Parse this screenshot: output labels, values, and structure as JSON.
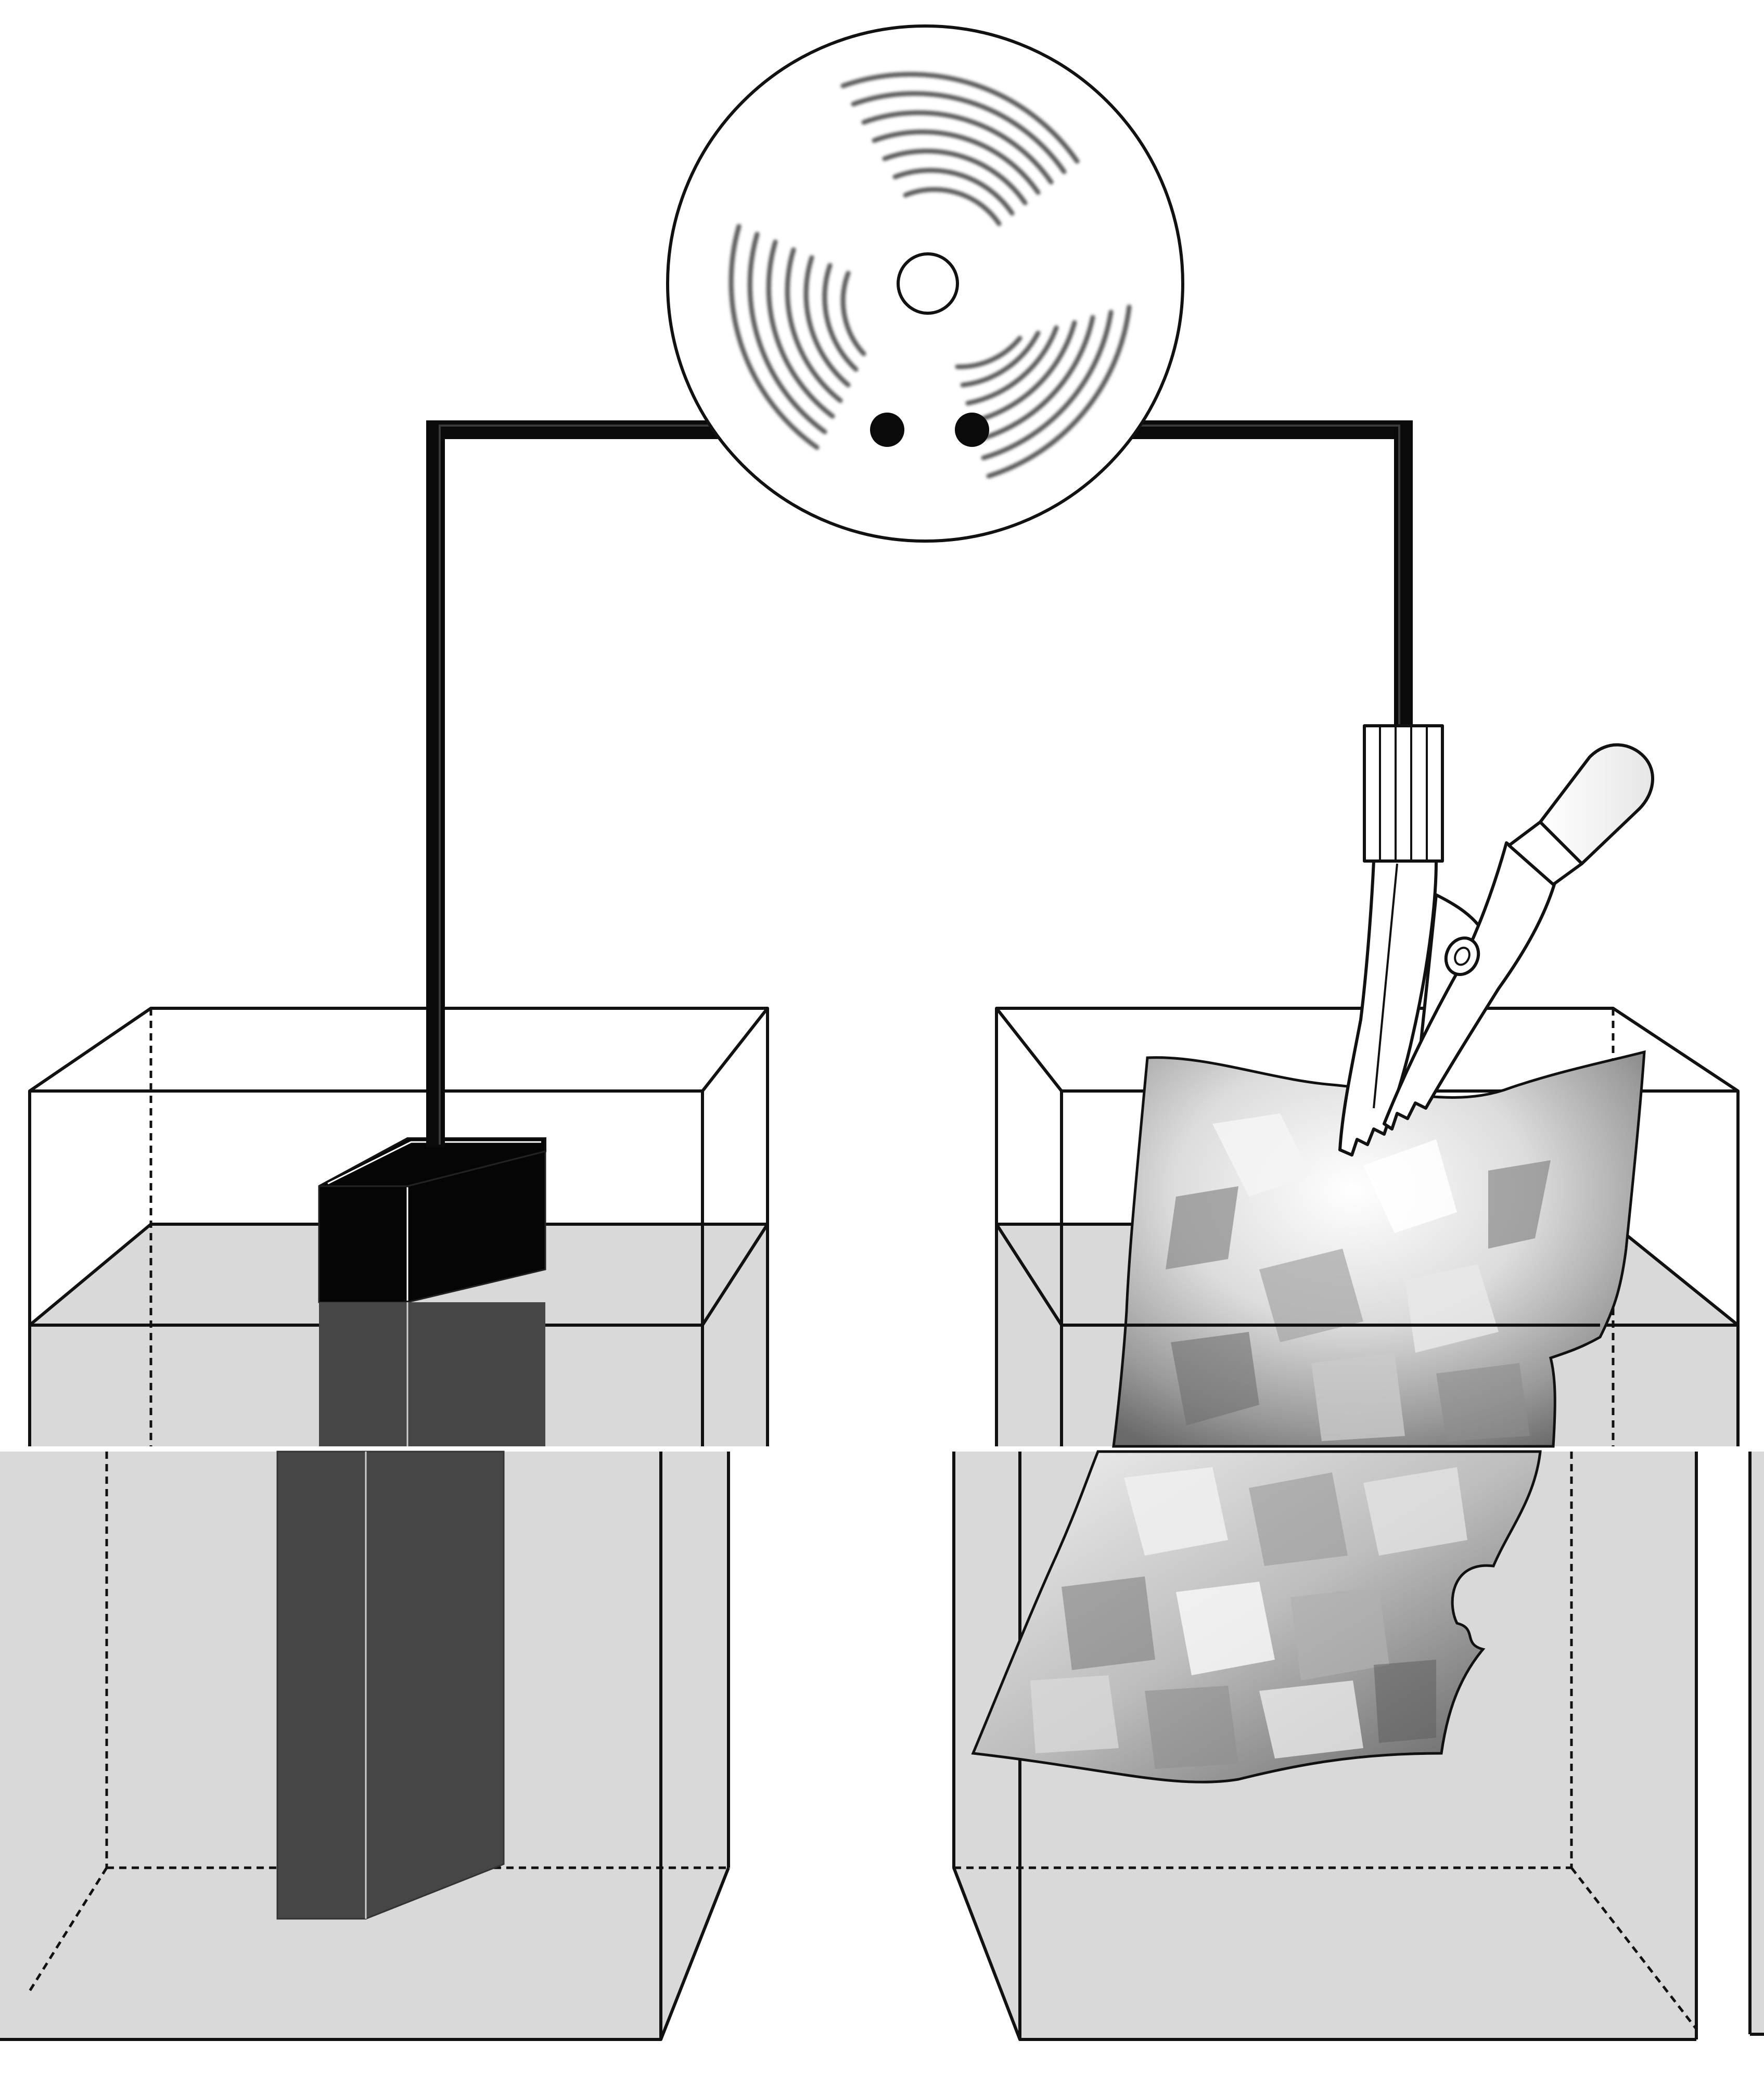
{
  "diagram": {
    "components": [
      {
        "id": "meter",
        "kind": "round dial with central hub and three curved stripe groups"
      },
      {
        "id": "wire-left",
        "kind": "thick black wire"
      },
      {
        "id": "wire-right",
        "kind": "thick black wire"
      },
      {
        "id": "alligator-clip",
        "kind": "spring clip holding foil"
      },
      {
        "id": "beaker-left",
        "kind": "transparent tank partly filled with liquid"
      },
      {
        "id": "beaker-right",
        "kind": "transparent tank partly filled with liquid"
      },
      {
        "id": "dark-electrode",
        "kind": "dark rectangular block"
      },
      {
        "id": "crumpled-foil",
        "kind": "crumpled metal foil sheet"
      }
    ],
    "connections": [
      {
        "from": "meter",
        "to": "dark-electrode",
        "via": "wire-left"
      },
      {
        "from": "meter",
        "to": "alligator-clip",
        "via": "wire-right"
      },
      {
        "from": "alligator-clip",
        "to": "crumpled-foil"
      }
    ]
  },
  "colors": {
    "outline": "#111111",
    "wire": "#0a0a0a",
    "liquid": "#d9d9d9",
    "electrode_top": "#050505",
    "electrode_submerged": "#464646",
    "meter_stripes": "#5a5a5a",
    "background": "#ffffff"
  }
}
